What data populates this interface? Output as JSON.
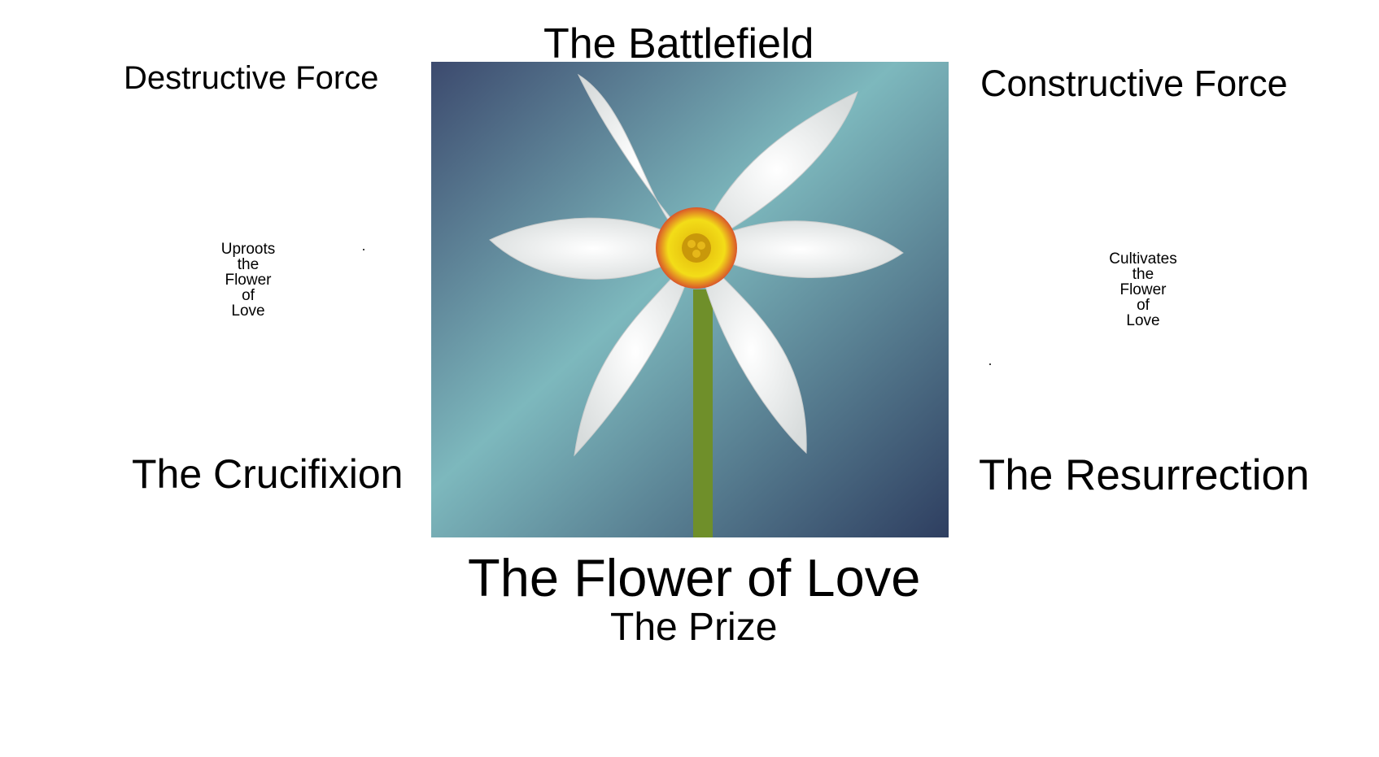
{
  "top_title": "The Battlefield",
  "left": {
    "heading": "Destructive Force",
    "note_lines": [
      "Uproots",
      "the",
      "Flower",
      "of",
      "Love"
    ],
    "bottom": "The Crucifixion"
  },
  "right": {
    "heading": "Constructive Force",
    "note_lines": [
      "Cultivates",
      "the",
      "Flower",
      "of",
      "Love"
    ],
    "bottom": "The Resurrection"
  },
  "center": {
    "title": "The Flower of Love",
    "subtitle": "The Prize"
  },
  "colors": {
    "background_top": "#3c4a6e",
    "background_mid": "#7db8bd",
    "background_bottom": "#2e3e60",
    "petal": "#f1f1f1",
    "corona": "#f3dd18",
    "corona_rim": "#d9562a",
    "stem": "#6f8f2a"
  }
}
